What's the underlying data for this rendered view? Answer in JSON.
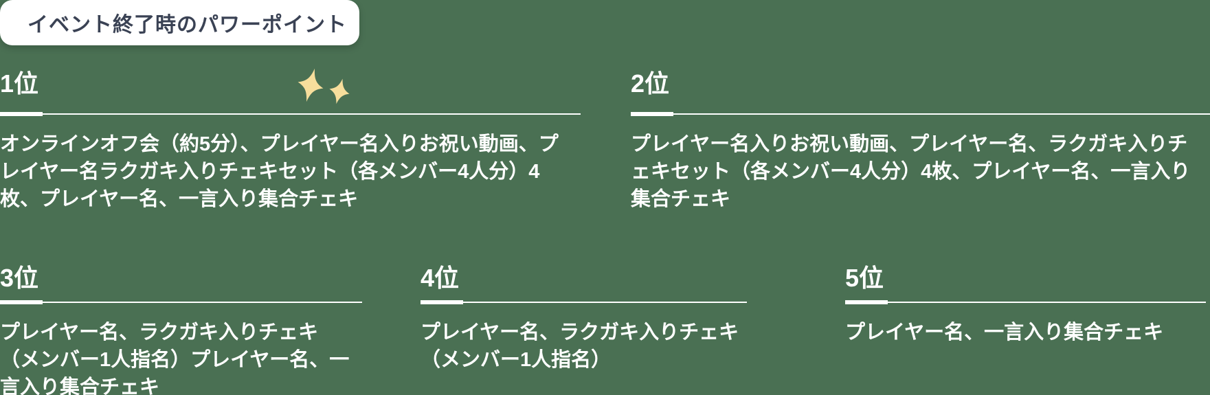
{
  "title": "イベント終了時のパワーポイント",
  "colors": {
    "background": "#4A7053",
    "title_box_background": "#FFFFFF",
    "title_text": "#3A4254",
    "rank_text": "#FFFFFF",
    "divider": "#FFFFFF",
    "sparkle": "#F7DE9C"
  },
  "icons": {
    "sparkle": "sparkle-icon"
  },
  "ranks": [
    {
      "label": "1位",
      "description": "オンラインオフ会（約5分）、プレイヤー名入りお祝い動画、プ\nレイヤー名ラクガキ入りチェキセット（各メンバー4人分）4\n枚、プレイヤー名、一言入り集合チェキ"
    },
    {
      "label": "2位",
      "description": "プレイヤー名入りお祝い動画、プレイヤー名、ラクガキ入りチ\nェキセット（各メンバー4人分）4枚、プレイヤー名、一言入り\n集合チェキ"
    },
    {
      "label": "3位",
      "description": "プレイヤー名、ラクガキ入りチェキ\n（メンバー1人指名）プレイヤー名、一\n言入り集合チェキ"
    },
    {
      "label": "4位",
      "description": "プレイヤー名、ラクガキ入りチェキ\n（メンバー1人指名）"
    },
    {
      "label": "5位",
      "description": "プレイヤー名、一言入り集合チェキ"
    }
  ]
}
